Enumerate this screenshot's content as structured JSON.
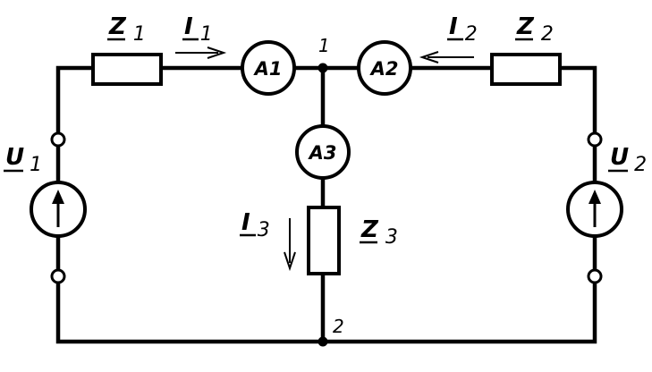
{
  "labels": {
    "z1": {
      "main": "Z",
      "sub": "1"
    },
    "z2": {
      "main": "Z",
      "sub": "2"
    },
    "z3": {
      "main": "Z",
      "sub": "3"
    },
    "i1": {
      "main": "I",
      "sub": "1"
    },
    "i2": {
      "main": "I",
      "sub": "2"
    },
    "i3": {
      "main": "I",
      "sub": "3"
    },
    "u1": {
      "main": "U",
      "sub": "1"
    },
    "u2": {
      "main": "U",
      "sub": "2"
    }
  },
  "meters": {
    "a1": "A1",
    "a2": "A2",
    "a3": "A3"
  },
  "nodes": {
    "n1": "1",
    "n2": "2"
  },
  "colors": {
    "line": "#000000",
    "background": "#ffffff"
  }
}
